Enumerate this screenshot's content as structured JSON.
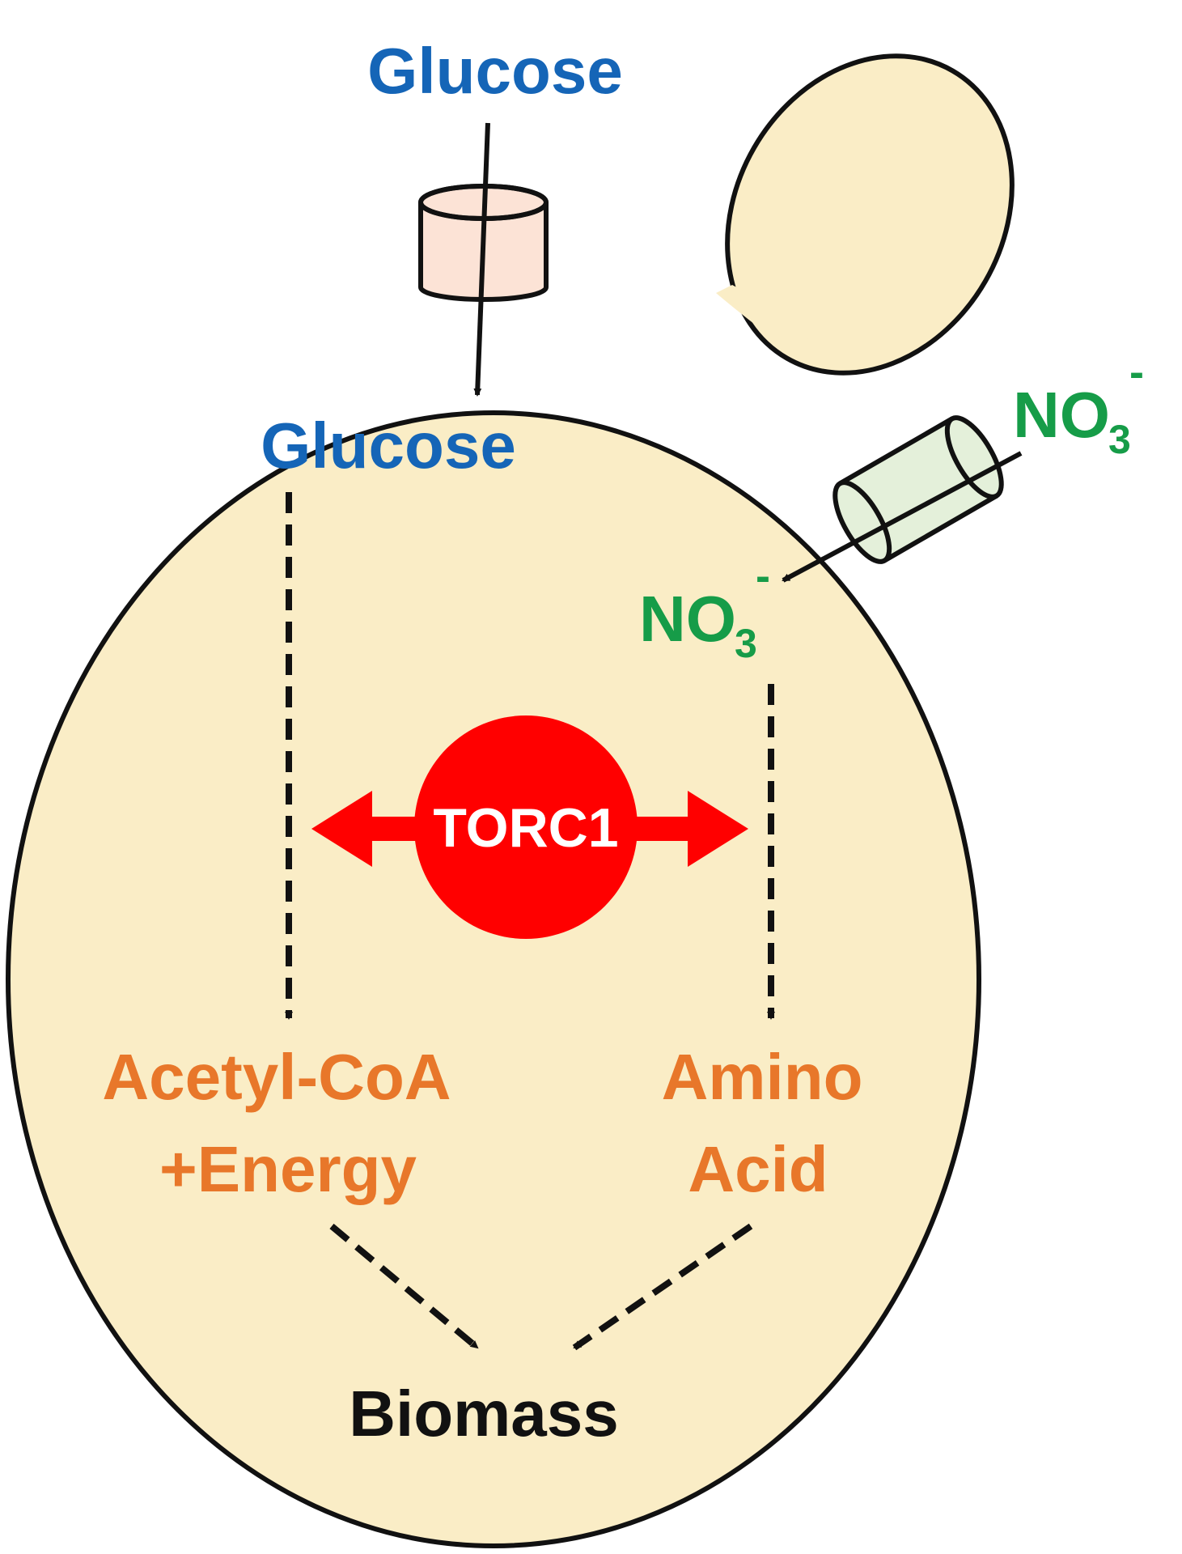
{
  "colors": {
    "cell_fill": "#FAEDC6",
    "outline": "#111111",
    "glucose_text": "#1565B7",
    "nitrate_text": "#169C48",
    "product_text": "#E8772A",
    "torc_fill": "#FF0000",
    "torc_text": "#FFFFFF",
    "biomass_text": "#111111",
    "glucose_transporter_fill": "#FCE3D6",
    "nitrate_transporter_fill": "#E4F0DA"
  },
  "labels": {
    "glucose_outside": "Glucose",
    "glucose_inside": "Glucose",
    "nitrate_outside": {
      "base": "NO",
      "subscript": "3",
      "superscript": "-"
    },
    "nitrate_inside": {
      "base": "NO",
      "subscript": "3",
      "superscript": "-"
    },
    "torc1": "TORC1",
    "acetyl_coa_line1": "Acetyl-CoA",
    "acetyl_coa_line2": "+Energy",
    "amino_acid_line1": "Amino",
    "amino_acid_line2": "Acid",
    "biomass": "Biomass"
  },
  "icons": {
    "glucose_transporter": "cylinder-channel-icon",
    "nitrate_transporter": "cylinder-channel-icon",
    "bud": "yeast-bud-shape"
  }
}
